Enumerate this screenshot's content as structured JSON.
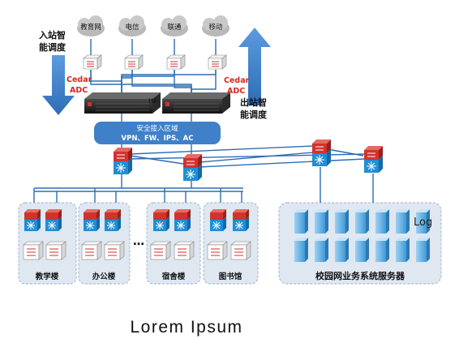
{
  "isps": [
    "教育网",
    "电信",
    "联通",
    "移动"
  ],
  "inbound_label": [
    "入站智",
    "能调度"
  ],
  "outbound_label": [
    "出站智",
    "能调度"
  ],
  "adc_label": [
    "Cedar",
    "ADC"
  ],
  "ha_label": "HA",
  "security_zone": {
    "title": "安全接入区域",
    "subtitle": "VPN、FW、IPS、AC"
  },
  "ellipsis": "…",
  "buildings": [
    "教学楼",
    "办公楼",
    "宿舍楼",
    "图书馆"
  ],
  "server_zone": {
    "label": "校园网业务系统服务器",
    "log_label": "Log"
  },
  "caption": "Lorem Ipsum",
  "colors": {
    "link_blue": "#2e6db4",
    "router_red": "#d2322d",
    "switch_blue": "#1f8fd6",
    "zone_bg": "#dfe7f1",
    "security_bg": "#3f80c8",
    "label_red": "#d9261c"
  }
}
